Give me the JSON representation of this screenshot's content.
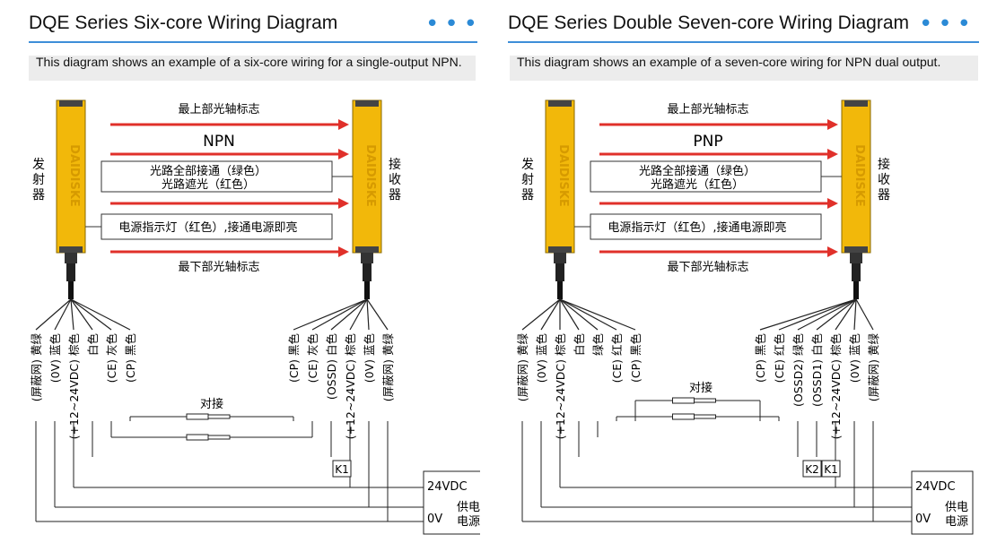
{
  "left": {
    "title": "DQE Series Six-core Wiring Diagram",
    "description": "This diagram shows an example of a six-core wiring for a single-output NPN.",
    "top_beam": "最上部光轴标志",
    "mode": "NPN",
    "status_box_line1": "光路全部接通（绿色）",
    "status_box_line2": "光路遮光（红色）",
    "power_box": "电源指示灯（红色）,接通电源即亮",
    "bottom_beam": "最下部光轴标志",
    "emitter_label": "发射器",
    "receiver_label": "接收器",
    "brand": "DAIDISKE",
    "emitter_wires": [
      "(屏蔽网) 黄绿",
      "(0V) 蓝色",
      "(+12~24VDC) 棕色",
      "白色",
      "(CE) 灰色",
      "(CP) 黑色"
    ],
    "receiver_wires": [
      "(CP) 黑色",
      "(CE) 灰色",
      "(OSSD) 白色",
      "(+12~24VDC) 棕色",
      "(0V) 蓝色",
      "(屏蔽网) 黄绿"
    ],
    "connect_label": "对接",
    "relays": [
      "K1"
    ],
    "supply_24": "24VDC",
    "supply_0": "0V",
    "supply_caption": "供电 电源"
  },
  "right": {
    "title": "DQE Series Double Seven-core Wiring Diagram",
    "description": "This diagram shows an example of a seven-core wiring for NPN dual output.",
    "top_beam": "最上部光轴标志",
    "mode": "PNP",
    "status_box_line1": "光路全部接通（绿色）",
    "status_box_line2": "光路遮光（红色）",
    "power_box": "电源指示灯（红色）,接通电源即亮",
    "bottom_beam": "最下部光轴标志",
    "emitter_label": "发射器",
    "receiver_label": "接收器",
    "brand": "DAIDISKE",
    "emitter_wires": [
      "(屏蔽网) 黄绿",
      "(0V) 蓝色",
      "(+12~24VDC) 棕色",
      "白色",
      "绿色",
      "(CE) 红色",
      "(CP) 黑色"
    ],
    "receiver_wires": [
      "(CP) 黑色",
      "(CE) 红色",
      "(OSSD2) 绿色",
      "(OSSD1) 白色",
      "(+12~24VDC) 棕色",
      "(0V) 蓝色",
      "(屏蔽网) 黄绿"
    ],
    "connect_label": "对接",
    "relays": [
      "K2",
      "K1"
    ],
    "supply_24": "24VDC",
    "supply_0": "0V",
    "supply_caption": "供电 电源"
  },
  "colors": {
    "accent": "#2b8ad6",
    "sensor_body": "#f2b80a",
    "arrow": "#e0302a"
  }
}
